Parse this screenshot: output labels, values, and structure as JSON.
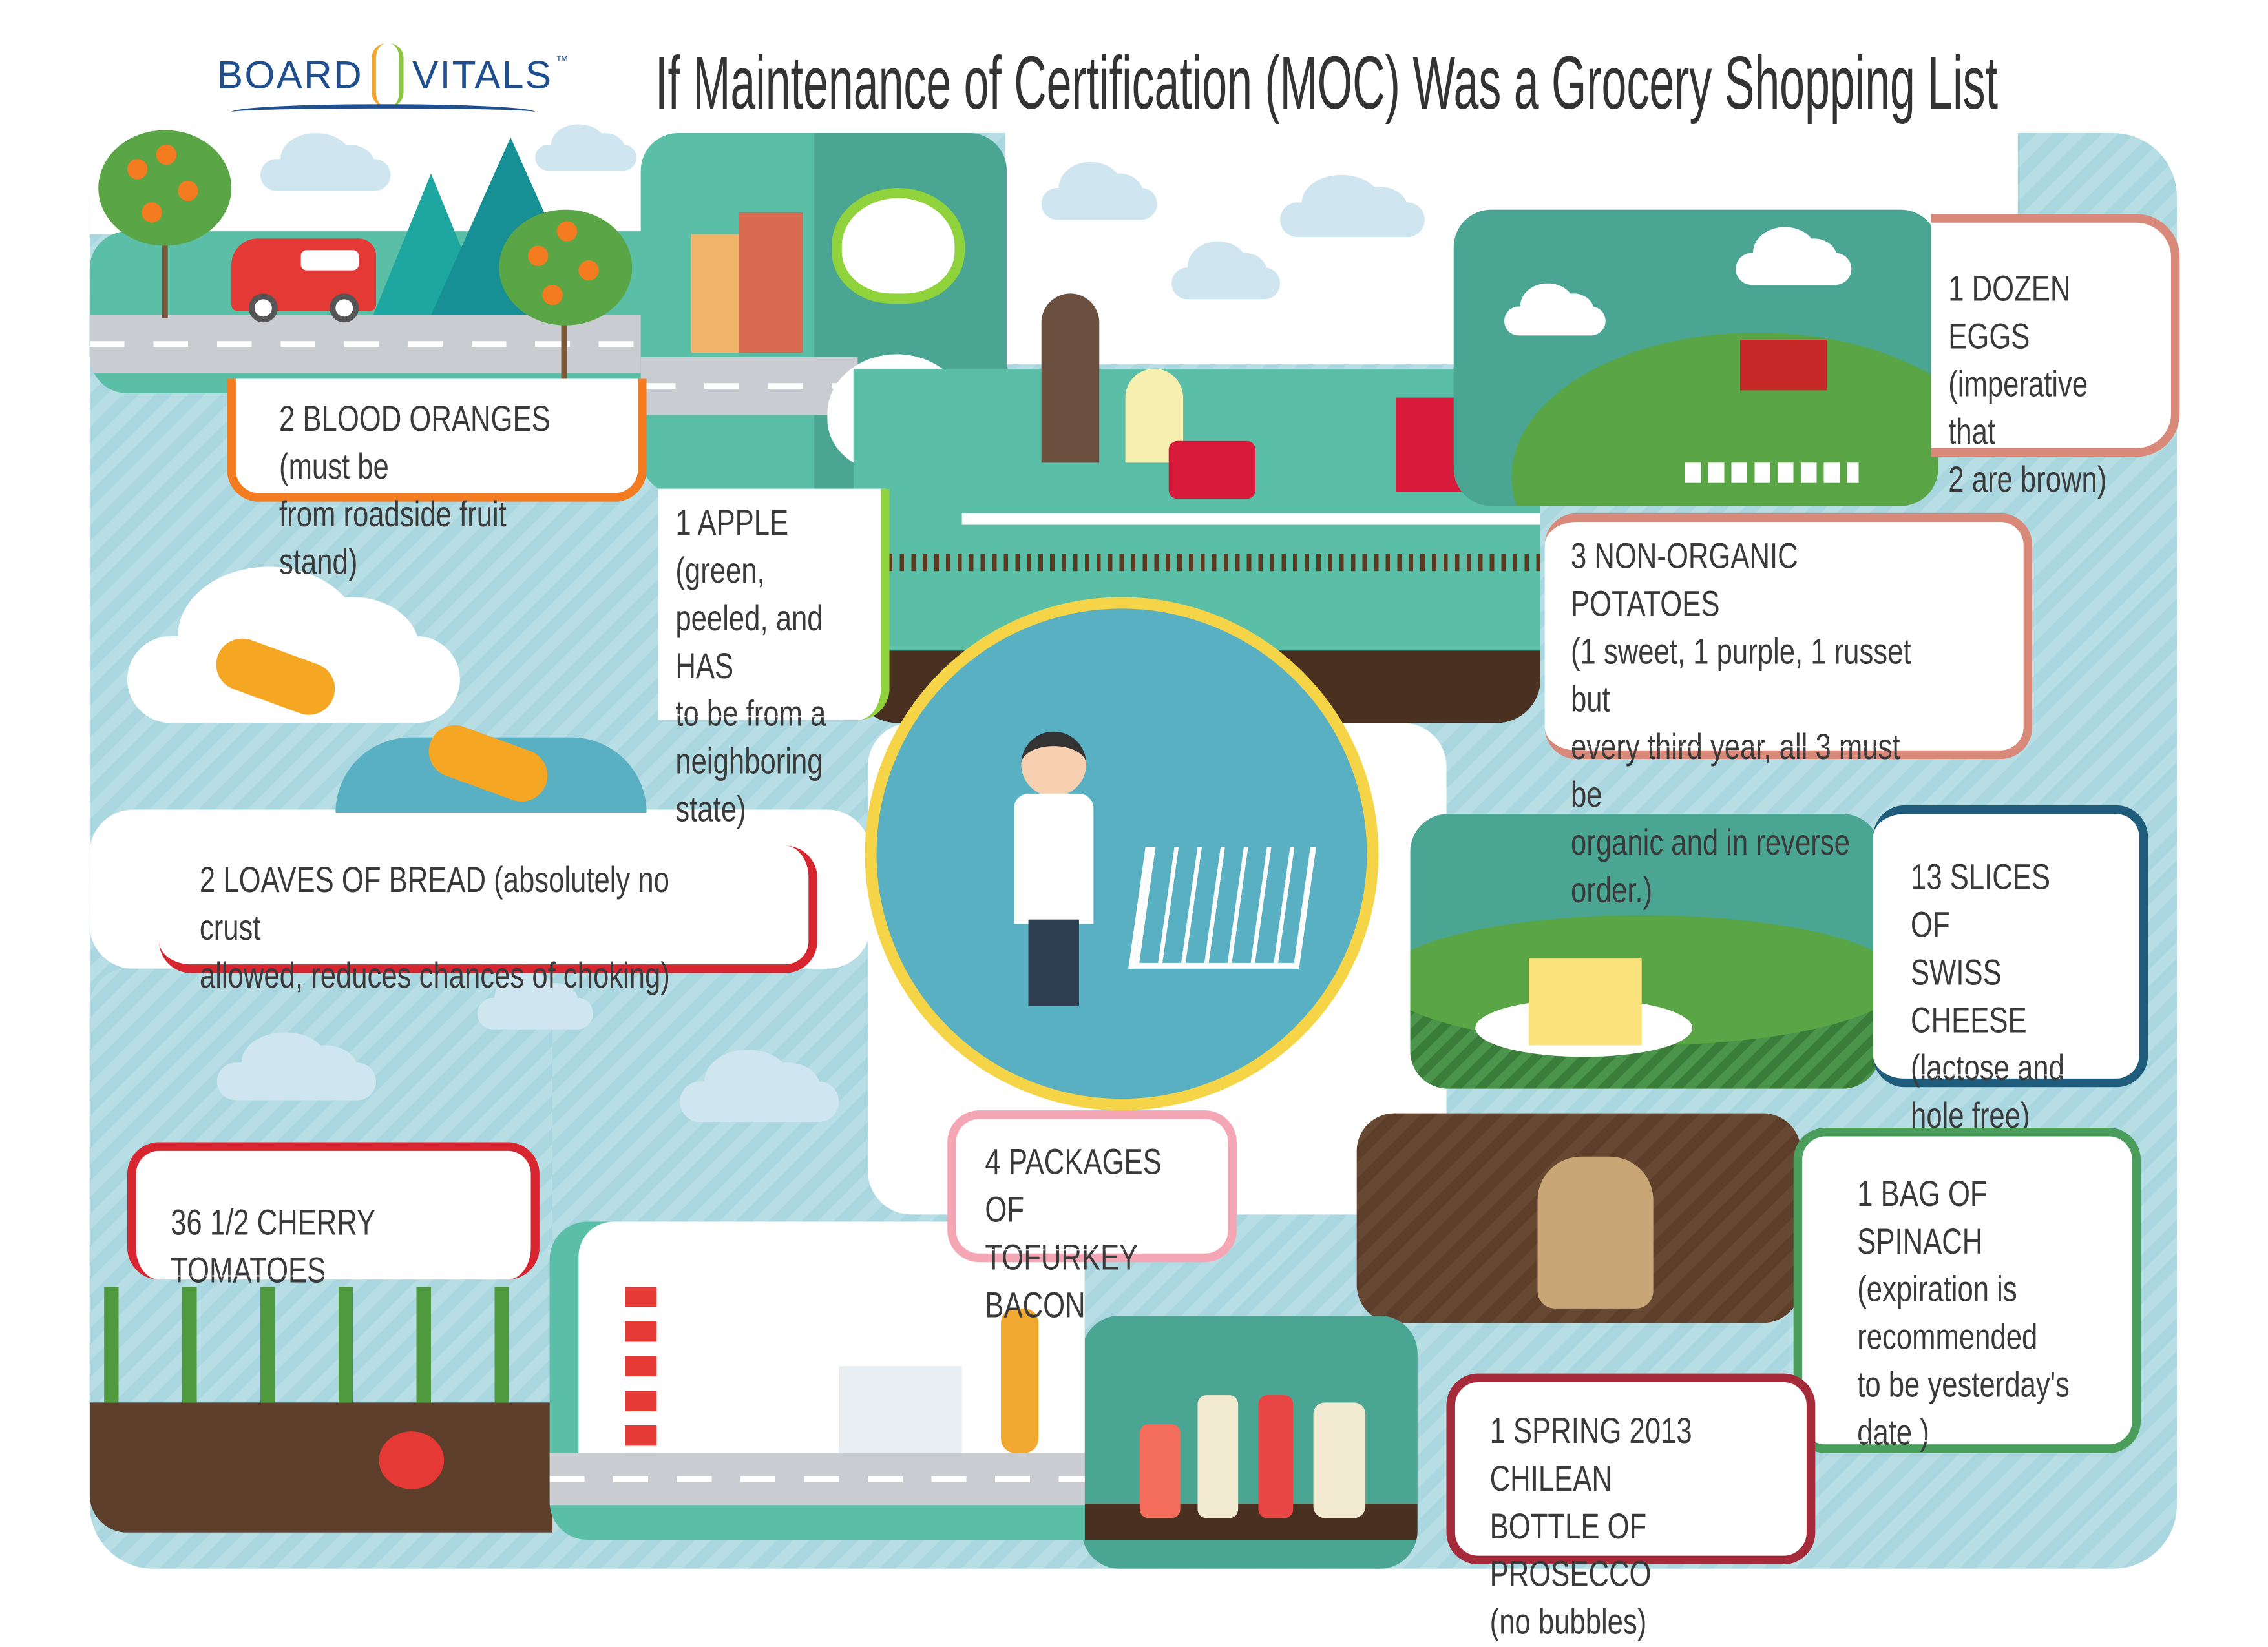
{
  "logo": {
    "left": "BOARD",
    "right": "VITALS",
    "tm": "™"
  },
  "title": "If Maintenance of Certification (MOC) Was a Grocery Shopping List",
  "items": [
    {
      "id": "oranges",
      "text": "2 BLOOD ORANGES (must be\nfrom roadside fruit stand)",
      "color": "#f47b20"
    },
    {
      "id": "apple",
      "text": "1 APPLE (green,\npeeled, and HAS\nto be from a\nneighboring\nstate)",
      "color": "#8fd23c"
    },
    {
      "id": "eggs",
      "text": "1 DOZEN EGGS\n(imperative that\n2 are brown)",
      "color": "#d9897a"
    },
    {
      "id": "potatoes",
      "text": "3 NON-ORGANIC POTATOES\n(1 sweet, 1 purple, 1 russet but\nevery third year, all 3 must be\norganic and in reverse order.)",
      "color": "#d9897a"
    },
    {
      "id": "bread",
      "text": "2 LOAVES OF BREAD (absolutely no crust\nallowed, reduces chances of choking)",
      "color": "#d7262f"
    },
    {
      "id": "cheese",
      "text": "13 SLICES OF\nSWISS CHEESE\n(lactose and\nhole free)",
      "color": "#1f5b7a"
    },
    {
      "id": "tofurkey",
      "text": "4 PACKAGES OF\nTOFURKEY BACON",
      "color": "#f4a6b5"
    },
    {
      "id": "tomatoes",
      "text": "36 1/2 CHERRY TOMATOES",
      "color": "#d7262f"
    },
    {
      "id": "spinach",
      "text": "1 BAG OF SPINACH\n(expiration is\nrecommended\nto be yesterday's\ndate )",
      "color": "#4a9d5b"
    },
    {
      "id": "prosecco",
      "text": "1 SPRING 2013 CHILEAN\nBOTTLE OF PROSECCO\n(no bubbles)",
      "color": "#a52a3a"
    }
  ],
  "colors": {
    "teal": "#5bbfa8",
    "sky": "#a9d6df",
    "circle": "#5ab0c3",
    "ring": "#f5d547"
  }
}
